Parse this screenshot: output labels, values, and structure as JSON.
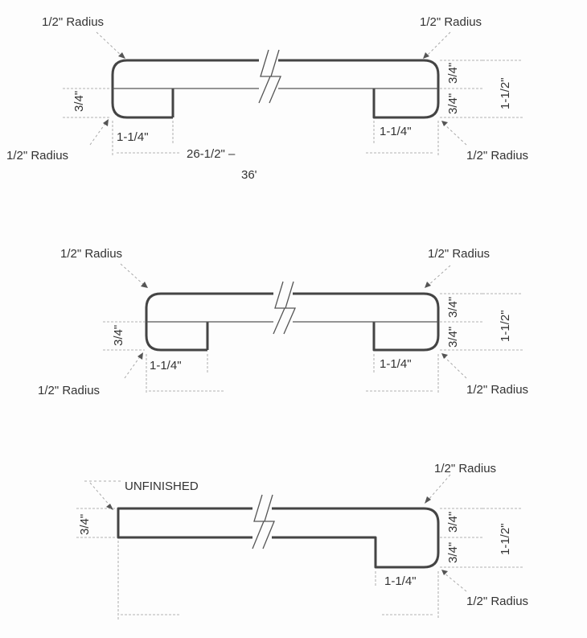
{
  "diagrams": [
    {
      "name": "double-bullnose-with-both-feet",
      "labels": {
        "radius_top_left": "1/2\" Radius",
        "radius_top_right": "1/2\" Radius",
        "radius_bottom_left": "1/2\" Radius",
        "radius_bottom_right": "1/2\" Radius",
        "left_height": "3/4\"",
        "right_upper_height": "3/4\"",
        "right_lower_height": "3/4\"",
        "total_height": "1-1/2\"",
        "left_foot_width": "1-1/4\"",
        "right_foot_width": "1-1/4\"",
        "length_line1": "26-1/2\" –",
        "length_line2": "36'"
      }
    },
    {
      "name": "double-bullnose-short",
      "labels": {
        "radius_top_left": "1/2\" Radius",
        "radius_top_right": "1/2\" Radius",
        "radius_bottom_left": "1/2\" Radius",
        "radius_bottom_right": "1/2\" Radius",
        "left_height": "3/4\"",
        "right_upper_height": "3/4\"",
        "right_lower_height": "3/4\"",
        "total_height": "1-1/2\"",
        "left_foot_width": "1-1/4\"",
        "right_foot_width": "1-1/4\""
      }
    },
    {
      "name": "single-bullnose-unfinished",
      "labels": {
        "unfinished": "UNFINISHED",
        "radius_top_right": "1/2\" Radius",
        "radius_bottom_right": "1/2\" Radius",
        "left_height": "3/4\"",
        "right_upper_height": "3/4\"",
        "right_lower_height": "3/4\"",
        "total_height": "1-1/2\"",
        "right_foot_width": "1-1/4\""
      }
    }
  ]
}
